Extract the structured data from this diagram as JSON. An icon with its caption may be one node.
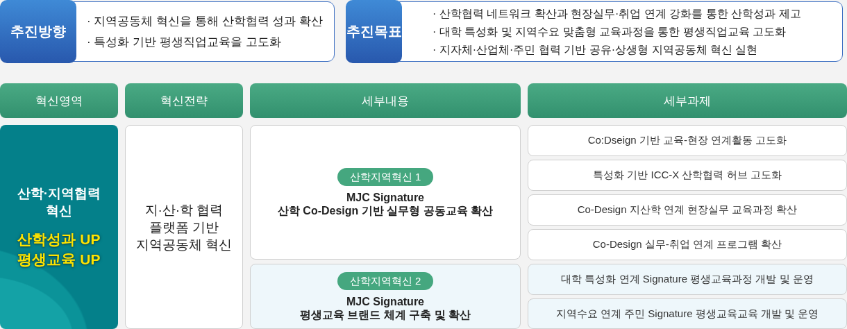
{
  "diagram": {
    "nodes": [
      {
        "text": [
          "· 지역공동체 혁신을 통해 산학협력 성과 확산",
          "· 특성화 기반 평생직업교육을 고도화"
        ]
      },
      {
        "text": [
          "추진방향"
        ],
        "in": 0
      },
      {
        "text": [
          "· 산학협력 네트워크 확산과 현장실무·취업 연계 강화를 통한 산학성과 제고",
          "· 대학 특성화 및 지역수요 맞춤형 교육과정을 통한 평생직업교육 고도화",
          "· 지자체·산업체·주민 협력 기반 공유·상생형 지역공동체 혁신 실현"
        ]
      },
      {
        "text": [
          "추진목표"
        ],
        "in": 2
      },
      {
        "text": [
          "혁신영역"
        ]
      },
      {
        "text": [
          "혁신전략"
        ]
      },
      {
        "text": [
          "세부내용"
        ]
      },
      {
        "text": [
          "세부과제"
        ]
      },
      {
        "text": [
          "산학·지역협력 혁신",
          "산학성과 UP 평생교육 UP"
        ]
      },
      {
        "text": [
          "지·산·학 협력 플랫폼 기반 지역공동체 혁신"
        ]
      },
      {
        "text": [
          "MJC Signature",
          "산학 Co-Design 기반 실무형 공동교육 확산"
        ]
      },
      {
        "text": [
          "산학지역혁신 1"
        ],
        "in": 10
      },
      {
        "text": [
          "MJC Signature",
          "평생교육 브랜드 체계 구축 및 확산"
        ]
      },
      {
        "text": [
          "산학지역혁신 2"
        ],
        "in": 12
      },
      {
        "text": [
          "Co:Dseign 기반 교육-현장 연계활동 고도화"
        ]
      },
      {
        "text": [
          "특성화 기반 ICC-X 산학협력 허브 고도화"
        ]
      },
      {
        "text": [
          "Co-Design 지산학 연계 현장실무 교육과정 확산"
        ]
      },
      {
        "text": [
          "Co-Design 실무-취업 연계 프로그램 확산"
        ]
      },
      {
        "text": [
          "대학 특성화 연계 Signature 평생교육과정 개발 및 운영"
        ]
      },
      {
        "text": [
          "지역수요 연계 주민 Signature 평생교육교육 개발 및 운영"
        ]
      }
    ]
  }
}
